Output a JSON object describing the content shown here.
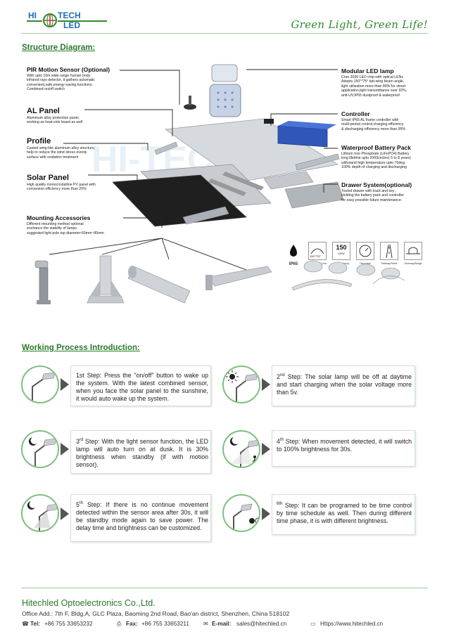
{
  "header": {
    "logo_top": "HI-TECH",
    "logo_bottom": "LED",
    "slogan": "Green Light, Green Life!"
  },
  "structure": {
    "title": "Structure Diagram:",
    "pir": {
      "title": "PIR Motion Sensor (Optional)",
      "desc": [
        "With upto 10m wide range human body",
        "infrared rays detector, it gathers automatic",
        "convenient,safe,energy-saving functions.",
        "Combined on/off switch"
      ]
    },
    "al_panel": {
      "title": "AL Panel",
      "desc": [
        "Aluminum alloy protection panel,",
        "working as heat-sink board as well"
      ]
    },
    "profile": {
      "title": "Profile",
      "desc": [
        "Casted wing-like aluminum alloy structure,",
        "help to reduce the wind stress evenly",
        "surface with oxidation treatment"
      ]
    },
    "solar": {
      "title": "Solar Panel",
      "desc": [
        "High quality monocrystalline PV panel with",
        "conversion efficiency more than 20%"
      ]
    },
    "mounting": {
      "title": "Mounting Accessories",
      "desc": [
        "Different mounting method optional",
        "enchance the stability of lamps.",
        "suggested light pole top diameter:60mm~80mm"
      ]
    },
    "led": {
      "title": "Modular LED lamp",
      "desc": [
        "Cree 3030 LED chip with optical LENs",
        "Adopts 150°*75° bat-wing beam angle,",
        "light utilization more than 80% for street",
        "application,light transmittance over 92%,",
        "anti-UV,IP65 dustproof & waterproof"
      ]
    },
    "controller": {
      "title": "Controller",
      "desc": [
        "Smart IP65 AL frame controller with",
        "multi-period control,charging efficiency",
        "& discharging efficiency more than 95%"
      ]
    },
    "battery": {
      "title": "Waterproof Battery Pack",
      "desc": [
        "Lithium Iron Phosphate (LiFePO4) Battery",
        "long lifetime upto 2000circles( 5 to 8 years)",
        "withstand high temperature upto 70deg.",
        "100% depth of charging and discharging"
      ]
    },
    "drawer": {
      "title": "Drawer System(optional)",
      "desc": [
        "Tooled drawer with track and key ,",
        "Holding the battery pack and controller",
        "for easy possible future maintenance."
      ]
    },
    "icons": [
      {
        "name": "ip65-icon",
        "label": "IP65",
        "caption": ""
      },
      {
        "name": "beam-angle-icon",
        "label": "150°*75°",
        "caption": "Photometric Lens"
      },
      {
        "name": "lumen-icon",
        "label": "150",
        "sub": "LM/W",
        "caption": "High Efficiency"
      },
      {
        "name": "dimmable-icon",
        "label": "",
        "caption": "Dimmable"
      },
      {
        "name": "road-icon",
        "label": "",
        "caption": "Pathway/Street"
      },
      {
        "name": "bridge-icon",
        "label": "",
        "caption": "Driveway/Bridge"
      }
    ]
  },
  "process": {
    "title": "Working Process Introduction:",
    "steps": [
      {
        "n": "1st",
        "rest": " Step: Press the “on/off” button to wake up the system. With the latest combined sensor, when you face the solar panel to the sunshine, it would auto wake up the system."
      },
      {
        "n": "2",
        "sup": "nd",
        "rest": " Step: The solar lamp will be off at daytime and start charging when the solar voltage more than 5v."
      },
      {
        "n": "3",
        "sup": "rd",
        "rest": " Step: With the light sensor function, the LED lamp will auto turn on at dusk. It is 30% brightness when standby (if with motion sensor)."
      },
      {
        "n": "4",
        "sup": "th",
        "rest": " Step: When movement detected, it will switch to 100% brightness for 30s."
      },
      {
        "n": "5",
        "sup": "th",
        "rest": " Step: If there is no continue movement detected within the sensor area after 30s, it will be standby mode again to save power. The delay time and brightness can be customized."
      },
      {
        "n": "",
        "sup": "6th",
        "rest": " Step: It can be programed to be time control by time schedule as well. Then during different time phase, it is with different brightness."
      }
    ]
  },
  "footer": {
    "company": "Hitechled Optoelectronics Co.,Ltd.",
    "address": "Office Add.: 7th F, Bldg.A, GLC Plaza, Baoming 2nd Road, Bao'an district, Shenzhen, China 518102",
    "tel_label": "Tel:",
    "tel": "+86 755 33653232",
    "fax_label": "Fax:",
    "fax": "+86 755 33653211",
    "email_label": "E-mail:",
    "email": "sales@hitechled.cn",
    "web": "Https://www.hitechled.cn"
  }
}
